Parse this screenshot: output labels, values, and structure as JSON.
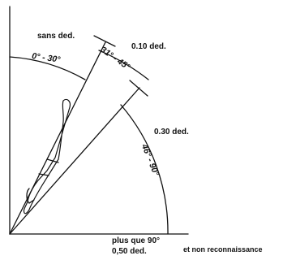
{
  "labels": {
    "sans_ded": "sans ded.",
    "zero_thirty": "0° - 30°",
    "ten_ded": "0.10 ded.",
    "thirtyone_fortyfive": "31° - 45°",
    "thirty_ded": "0.30 ded.",
    "fortysix_ninety": "46° - 90°",
    "plus_que_90": "plus que 90°",
    "fifty_ded": "0,50 ded.",
    "non_reconnaissance": "et non reconnaissance"
  },
  "colors": {
    "ink": "#111111",
    "background": "#ffffff"
  }
}
